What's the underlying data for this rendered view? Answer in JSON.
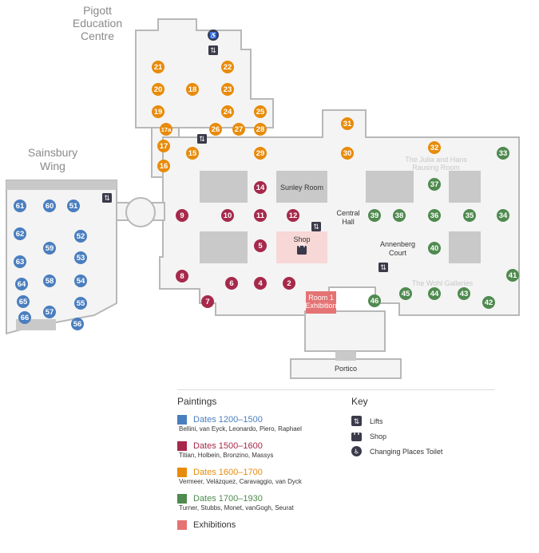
{
  "colors": {
    "dates_1200_1500": "#4a7ebf",
    "dates_1500_1600": "#a6294b",
    "dates_1600_1700": "#e88b0a",
    "dates_1700_1930": "#4f8a4f",
    "exhibitions": "#e57373",
    "shop_fill": "#f8d7d7",
    "wall": "#b8b8b8",
    "floor": "#f4f4f4",
    "dark_icon": "#3a3a4a"
  },
  "map": {
    "wings": {
      "pigott": [
        "Pigott",
        "Education",
        "Centre"
      ],
      "sainsbury": [
        "Sainsbury",
        "Wing"
      ]
    },
    "areas": {
      "sunley": "Sunley Room",
      "central_hall": [
        "Central",
        "Hall"
      ],
      "shop": "Shop",
      "annenberg": [
        "Annenberg",
        "Court"
      ],
      "room1": [
        "Room 1",
        "Exhibition"
      ],
      "portico": "Portico",
      "rausing": [
        "The Julia and Hans",
        "Rausing Room"
      ],
      "wohl": "The Wohl Galleries"
    },
    "rooms": [
      {
        "id": "21",
        "period": "dates_1600_1700"
      },
      {
        "id": "22",
        "period": "dates_1600_1700"
      },
      {
        "id": "20",
        "period": "dates_1600_1700"
      },
      {
        "id": "18",
        "period": "dates_1600_1700"
      },
      {
        "id": "23",
        "period": "dates_1600_1700"
      },
      {
        "id": "19",
        "period": "dates_1600_1700"
      },
      {
        "id": "24",
        "period": "dates_1600_1700"
      },
      {
        "id": "25",
        "period": "dates_1600_1700"
      },
      {
        "id": "17a",
        "period": "dates_1600_1700"
      },
      {
        "id": "26",
        "period": "dates_1600_1700"
      },
      {
        "id": "27",
        "period": "dates_1600_1700"
      },
      {
        "id": "28",
        "period": "dates_1600_1700"
      },
      {
        "id": "17",
        "period": "dates_1600_1700"
      },
      {
        "id": "15",
        "period": "dates_1600_1700"
      },
      {
        "id": "29",
        "period": "dates_1600_1700"
      },
      {
        "id": "16",
        "period": "dates_1600_1700"
      },
      {
        "id": "31",
        "period": "dates_1600_1700"
      },
      {
        "id": "30",
        "period": "dates_1600_1700"
      },
      {
        "id": "32",
        "period": "dates_1600_1700"
      },
      {
        "id": "33",
        "period": "dates_1700_1930"
      },
      {
        "id": "37",
        "period": "dates_1700_1930"
      },
      {
        "id": "39",
        "period": "dates_1700_1930"
      },
      {
        "id": "38",
        "period": "dates_1700_1930"
      },
      {
        "id": "36",
        "period": "dates_1700_1930"
      },
      {
        "id": "35",
        "period": "dates_1700_1930"
      },
      {
        "id": "34",
        "period": "dates_1700_1930"
      },
      {
        "id": "40",
        "period": "dates_1700_1930"
      },
      {
        "id": "41",
        "period": "dates_1700_1930"
      },
      {
        "id": "46",
        "period": "dates_1700_1930"
      },
      {
        "id": "45",
        "period": "dates_1700_1930"
      },
      {
        "id": "44",
        "period": "dates_1700_1930"
      },
      {
        "id": "43",
        "period": "dates_1700_1930"
      },
      {
        "id": "42",
        "period": "dates_1700_1930"
      },
      {
        "id": "14",
        "period": "dates_1500_1600"
      },
      {
        "id": "9",
        "period": "dates_1500_1600"
      },
      {
        "id": "10",
        "period": "dates_1500_1600"
      },
      {
        "id": "11",
        "period": "dates_1500_1600"
      },
      {
        "id": "12",
        "period": "dates_1500_1600"
      },
      {
        "id": "5",
        "period": "dates_1500_1600"
      },
      {
        "id": "8",
        "period": "dates_1500_1600"
      },
      {
        "id": "6",
        "period": "dates_1500_1600"
      },
      {
        "id": "4",
        "period": "dates_1500_1600"
      },
      {
        "id": "2",
        "period": "dates_1500_1600"
      },
      {
        "id": "7",
        "period": "dates_1500_1600"
      },
      {
        "id": "61",
        "period": "dates_1200_1500"
      },
      {
        "id": "60",
        "period": "dates_1200_1500"
      },
      {
        "id": "51",
        "period": "dates_1200_1500"
      },
      {
        "id": "62",
        "period": "dates_1200_1500"
      },
      {
        "id": "52",
        "period": "dates_1200_1500"
      },
      {
        "id": "59",
        "period": "dates_1200_1500"
      },
      {
        "id": "63",
        "period": "dates_1200_1500"
      },
      {
        "id": "53",
        "period": "dates_1200_1500"
      },
      {
        "id": "64",
        "period": "dates_1200_1500"
      },
      {
        "id": "58",
        "period": "dates_1200_1500"
      },
      {
        "id": "54",
        "period": "dates_1200_1500"
      },
      {
        "id": "65",
        "period": "dates_1200_1500"
      },
      {
        "id": "55",
        "period": "dates_1200_1500"
      },
      {
        "id": "57",
        "period": "dates_1200_1500"
      },
      {
        "id": "66",
        "period": "dates_1200_1500"
      },
      {
        "id": "56",
        "period": "dates_1200_1500"
      }
    ]
  },
  "legend": {
    "paintings_title": "Paintings",
    "items": [
      {
        "key": "dates_1200_1500",
        "label": "Dates 1200–1500",
        "artists": "Bellini, van Eyck, Leonardo, Piero, Raphael"
      },
      {
        "key": "dates_1500_1600",
        "label": "Dates 1500–1600",
        "artists": "Titian, Holbein, Bronzino, Massys"
      },
      {
        "key": "dates_1600_1700",
        "label": "Dates 1600–1700",
        "artists": "Vermeer, Velázquez, Caravaggio, van Dyck"
      },
      {
        "key": "dates_1700_1930",
        "label": "Dates 1700–1930",
        "artists": "Turner, Stubbs, Monet, vanGogh, Seurat"
      },
      {
        "key": "exhibitions",
        "label": "Exhibitions",
        "artists": ""
      }
    ],
    "key_title": "Key",
    "key_items": [
      {
        "icon": "lift-icon",
        "label": "Lifts"
      },
      {
        "icon": "shop-icon",
        "label": "Shop"
      },
      {
        "icon": "changing-places-toilet-icon",
        "label": "Changing Places Toilet"
      }
    ]
  }
}
